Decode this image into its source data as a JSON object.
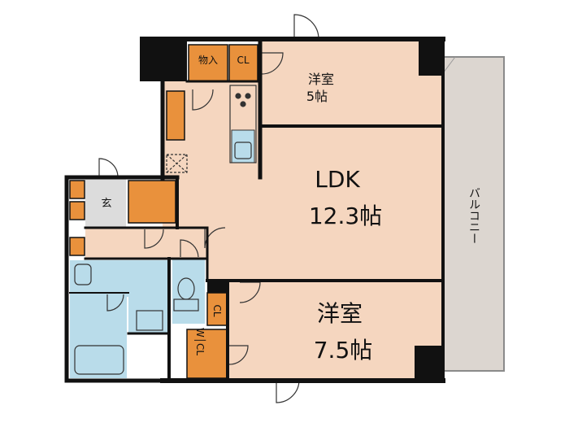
{
  "rooms": {
    "storage": "物入",
    "cl_top": "CL",
    "bedroom_small_name": "洋室",
    "bedroom_small_size": "5帖",
    "ldk_name": "LDK",
    "ldk_size": "12.3帖",
    "entrance": "玄",
    "balcony": "バルコニー",
    "bedroom_large_name": "洋室",
    "bedroom_large_size": "7.5帖",
    "cl_small": "CL",
    "wcl": "W│CL"
  },
  "colors": {
    "room_fill": "#f5d6bf",
    "closet_fill": "#e9913c",
    "wet_fill": "#b9dcea",
    "wall": "#111111",
    "balcony_fill": "#dcd6d0",
    "entrance_fill": "#dcdcdc"
  }
}
